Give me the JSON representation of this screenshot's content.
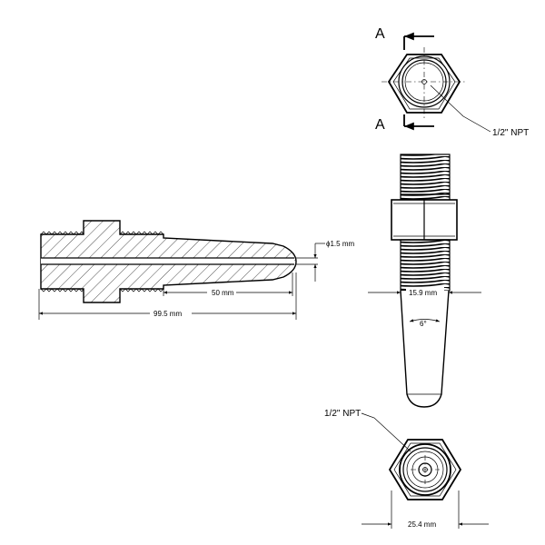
{
  "section_label_top": "A",
  "section_label_bottom": "A",
  "thread_callout_top": "1/2\" NPT",
  "thread_callout_bottom": "1/2\" NPT",
  "dim_bore_diameter": "ϕ1.5 mm",
  "dim_taper_length": "50 mm",
  "dim_overall_length": "99.5 mm",
  "dim_thread_diameter": "15.9 mm",
  "dim_taper_angle": "6°",
  "dim_hex_across_flats": "25.4 mm",
  "colors": {
    "line": "#000000",
    "background": "#ffffff"
  }
}
